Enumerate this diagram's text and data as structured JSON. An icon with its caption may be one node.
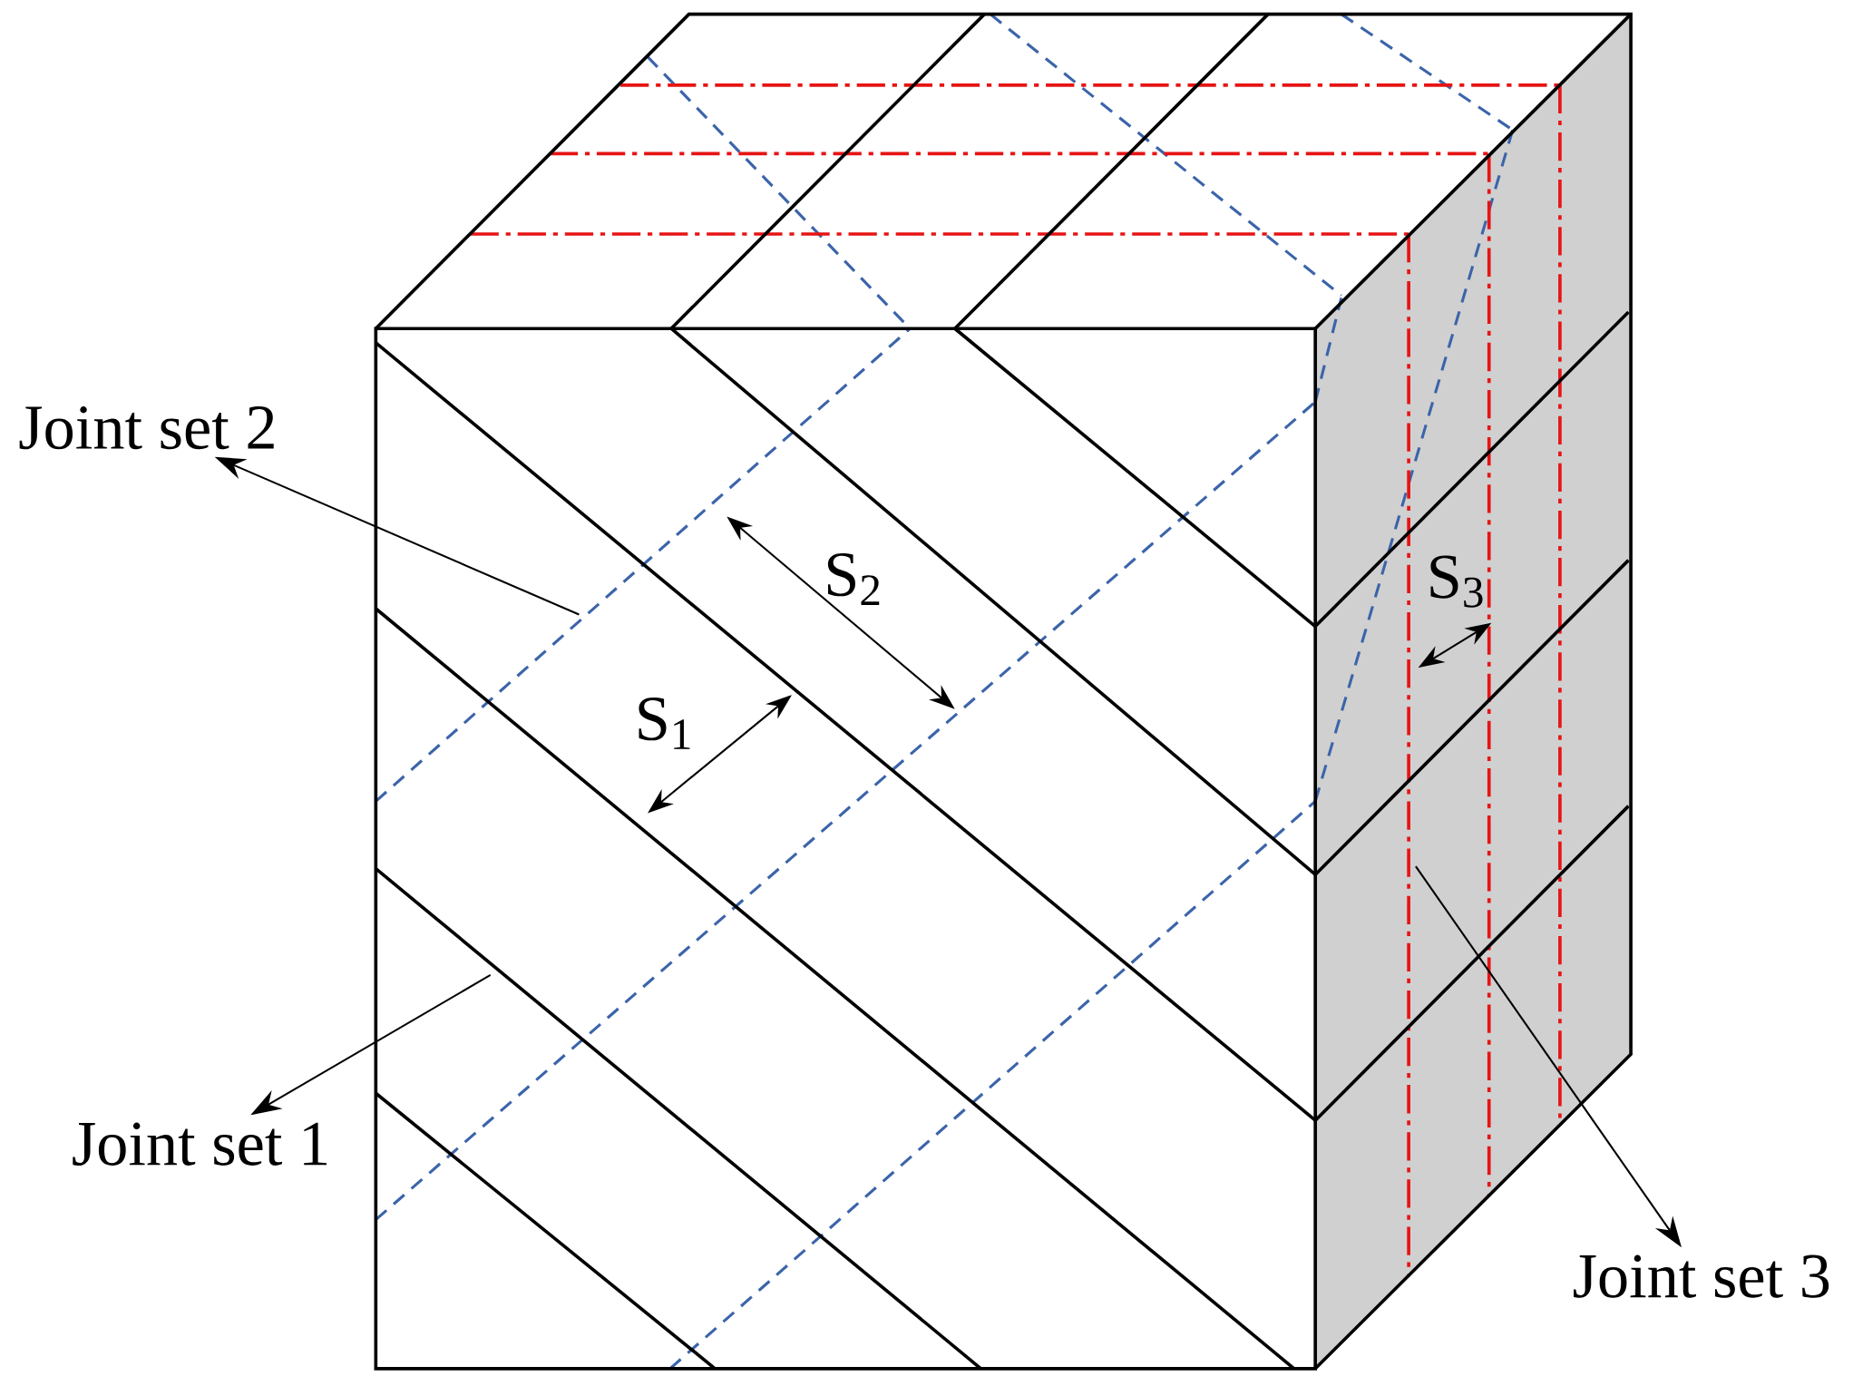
{
  "diagram": {
    "nodes": [
      {
        "text": [
          "Joint set 2"
        ]
      },
      {
        "text": [
          "Joint set 1"
        ]
      },
      {
        "text": [
          "Joint set 3"
        ]
      }
    ],
    "edges": [
      {
        "from": null,
        "to": 0,
        "arrow": "to"
      },
      {
        "from": null,
        "to": 1,
        "arrow": "to"
      },
      {
        "from": null,
        "to": 2,
        "arrow": "to"
      }
    ],
    "labels": [
      "S$_{2}$",
      "S$_{3}$",
      "S$_{1}$"
    ]
  }
}
